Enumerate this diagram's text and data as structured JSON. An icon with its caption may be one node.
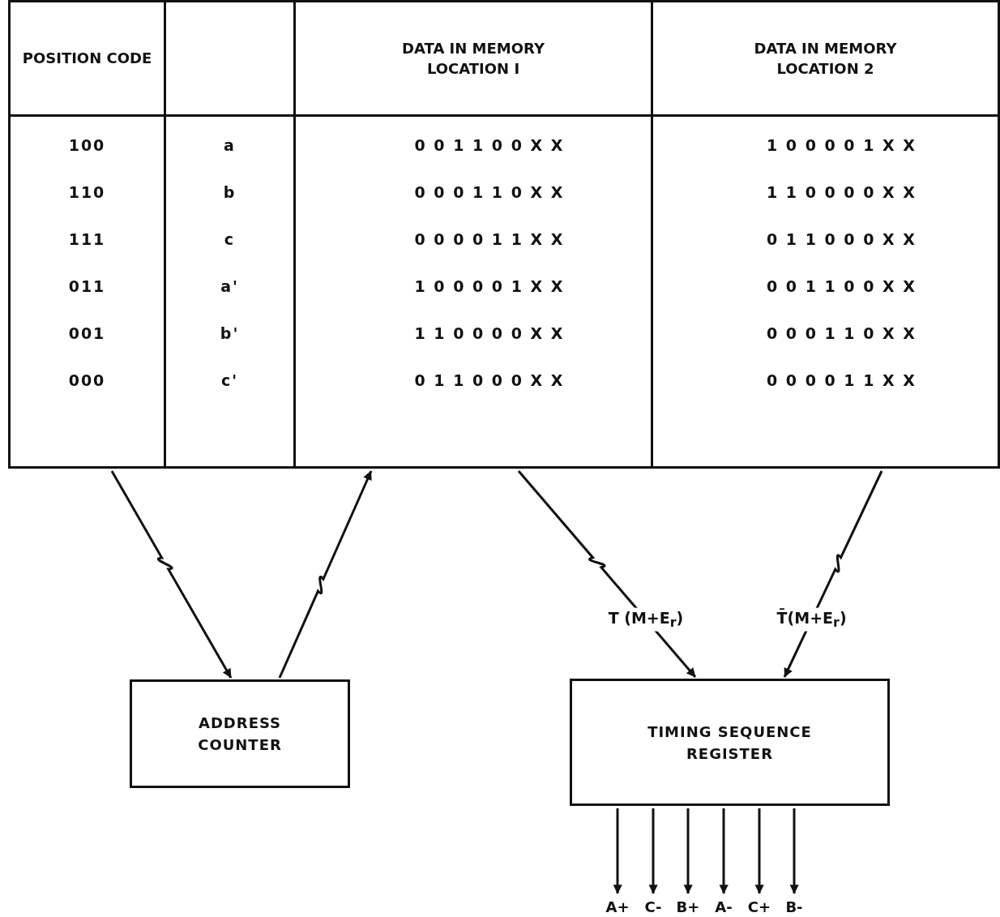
{
  "diagram": {
    "nodes": [
      {
        "text": [
          "POSITION CODE"
        ]
      },
      {
        "text": [],
        "shape": "box"
      },
      {
        "text": [
          "DATA IN MEMORY LOCATION I"
        ]
      },
      {
        "text": [
          "DATA IN MEMORY LOCATION 2"
        ]
      },
      {
        "text": [
          "ADDRESS COUNTER"
        ]
      },
      {
        "text": [
          "TIMING SEQUENCE REGISTER"
        ]
      },
      {
        "text": [
          "A+"
        ]
      },
      {
        "text": [
          "C-"
        ]
      },
      {
        "text": [
          "B+"
        ]
      },
      {
        "text": [
          "A-"
        ]
      },
      {
        "text": [
          "C+"
        ]
      },
      {
        "text": [
          "B-"
        ]
      }
    ],
    "edges": [
      {
        "from": 0,
        "to": 4,
        "arrow": "to"
      },
      {
        "from": 4,
        "to": 2,
        "arrow": "to"
      },
      {
        "from": 2,
        "to": 5,
        "arrow": "to",
        "label": "T (M+E$_{r}$)"
      },
      {
        "from": 3,
        "to": 5,
        "arrow": "to",
        "label": "T̄(M+E$_{r}$)"
      },
      {
        "from": 5,
        "to": 6,
        "arrow": "to"
      },
      {
        "from": 5,
        "to": 7,
        "arrow": "to"
      },
      {
        "from": 5,
        "to": 8,
        "arrow": "to"
      },
      {
        "from": 5,
        "to": 9,
        "arrow": "to"
      },
      {
        "from": 5,
        "to": 10,
        "arrow": "to"
      },
      {
        "from": 5,
        "to": 11,
        "arrow": "to"
      }
    ],
    "labels": [
      "100",
      "a",
      "0 0 1 1 0 0 X X",
      "1 0 0 0 0 1 X X",
      "110",
      "b",
      "0 0 0 1 1 0 X X",
      "1 1 0 0 0 0 X X",
      "111",
      "c",
      "0 0 0 0 1 1 X X",
      "0 1 1 0 0 0 X X",
      "011",
      "a'",
      "1 0 0 0 0 1 X X",
      "0 0 1 1 0 0 X X",
      "001",
      "b'",
      "1 1 0 0 0 0 X X",
      "0 0 0 1 1 0 X X",
      "000",
      "c'",
      "0 1 1 0 0 0 X X",
      "0 0 0 0 1 1 X X"
    ]
  }
}
